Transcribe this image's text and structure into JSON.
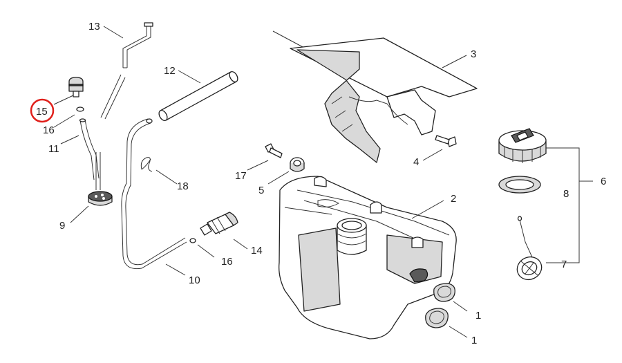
{
  "callouts": {
    "p1a": "1",
    "p1b": "1",
    "p2": "2",
    "p3": "3",
    "p4": "4",
    "p5": "5",
    "p6": "6",
    "p7": "7",
    "p8": "8",
    "p9": "9",
    "p10": "10",
    "p11": "11",
    "p12": "12",
    "p13": "13",
    "p14": "14",
    "p15": "15",
    "p16a": "16",
    "p16b": "16",
    "p17": "17",
    "p18": "18"
  },
  "highlight": {
    "part": "15",
    "color": "#e0201b"
  },
  "colors": {
    "line": "#222222",
    "fill_light": "#d9d9d9",
    "fill_dark": "#5a5a5a"
  }
}
